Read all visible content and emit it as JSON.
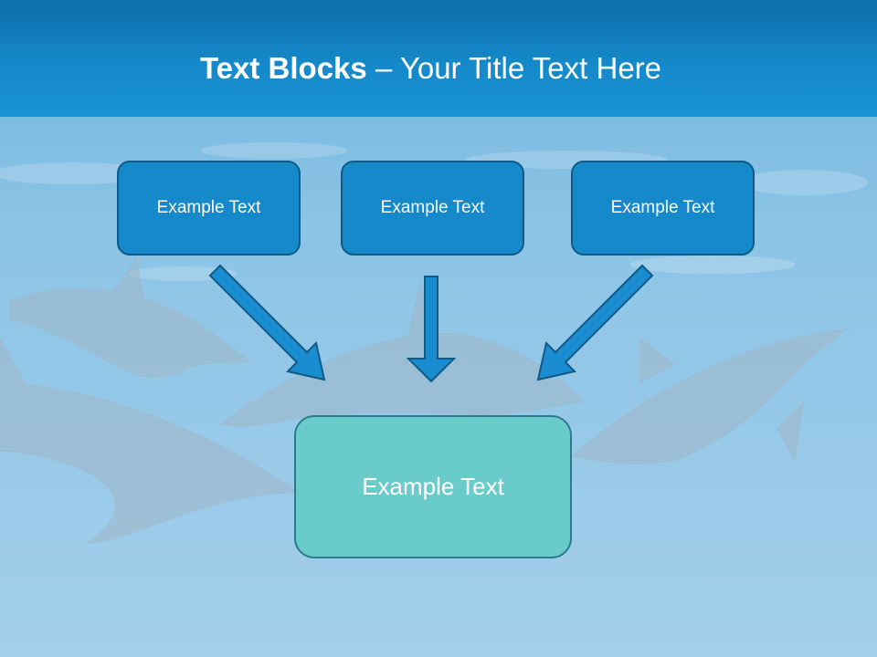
{
  "title": {
    "bold": "Text Blocks",
    "dash": " – ",
    "rest": "Your Title Text Here"
  },
  "boxes": {
    "left": "Example Text",
    "center": "Example Text",
    "right": "Example Text",
    "bottom": "Example Text"
  },
  "colors": {
    "header": "#1589c9",
    "top_box_fill": "#1589c9",
    "top_box_border": "#0f5a86",
    "bottom_box_fill": "#69ccca",
    "bottom_box_border": "#2c7a8b",
    "arrow_fill": "#1a8dd0",
    "arrow_stroke": "#0f5a86",
    "text": "#ffffff"
  },
  "background": {
    "image": "underwater-dolphins",
    "icon": "dolphin-silhouette"
  }
}
